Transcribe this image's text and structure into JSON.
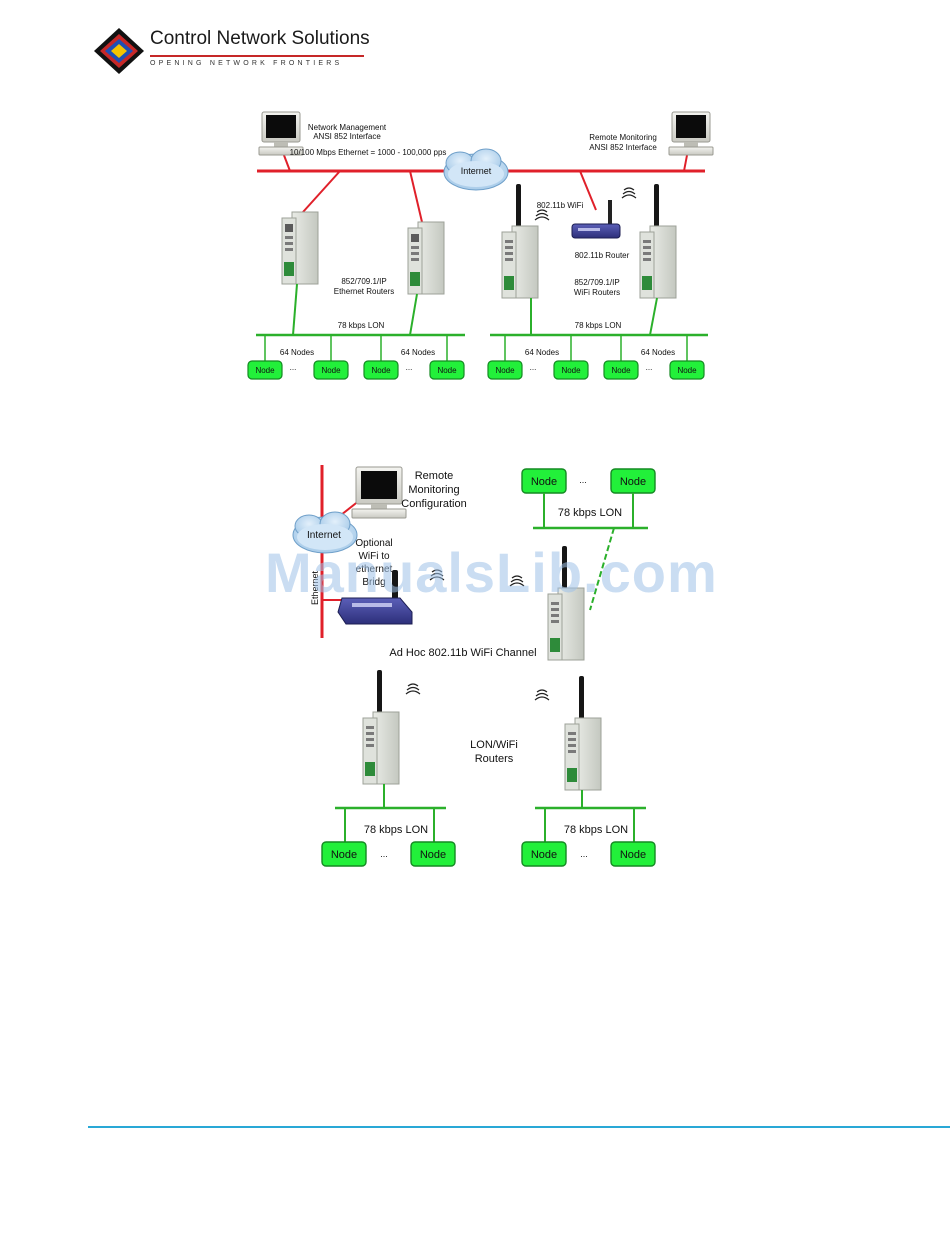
{
  "header": {
    "company": "Control Network Solutions",
    "tagline": "OPENING NETWORK FRONTIERS",
    "colors": {
      "red": "#c62828",
      "blue": "#1e4fb5",
      "yellow": "#f5c400",
      "black": "#111111"
    }
  },
  "diagram1": {
    "network_mgmt": "Network Management",
    "network_mgmt_iface": "ANSI 852 Interface",
    "ethernet_label": "10/100 Mbps Ethernet = 1000 - 100,000 pps",
    "internet": "Internet",
    "remote_monitoring": "Remote Monitoring",
    "remote_monitoring_iface": "ANSI 852 Interface",
    "wifi_label": "802.11b WiFi",
    "router_label": "802.11b Router",
    "eth_routers_line1": "852/709.1/IP",
    "eth_routers_line2": "Ethernet Routers",
    "wifi_routers_line1": "852/709.1/IP",
    "wifi_routers_line2": "WiFi Routers",
    "lon_left": "78 kbps LON",
    "lon_right": "78 kbps LON",
    "nodes_count": "64 Nodes",
    "node": "Node",
    "ellipsis": "..."
  },
  "diagram2": {
    "remote_line1": "Remote",
    "remote_line2": "Monitoring",
    "remote_line3": "Configuration",
    "internet": "Internet",
    "optional_line1": "Optional",
    "optional_line2": "WiFi to",
    "optional_line3": "ethernet",
    "optional_line4": "Bridg",
    "ethernet_vertical": "Ethernet",
    "adhoc": "Ad Hoc 802.11b WiFi Channel",
    "lonwifi_line1": "LON/WiFi",
    "lonwifi_line2": "Routers",
    "lon": "78 kbps LON",
    "node": "Node",
    "ellipsis": "..."
  },
  "watermark": "ManualsLib.com",
  "colors": {
    "ethernet": "#e0202a",
    "lon": "#2bb02b",
    "node_fill": "#22f03a",
    "footer_rule": "#29a8d6"
  }
}
